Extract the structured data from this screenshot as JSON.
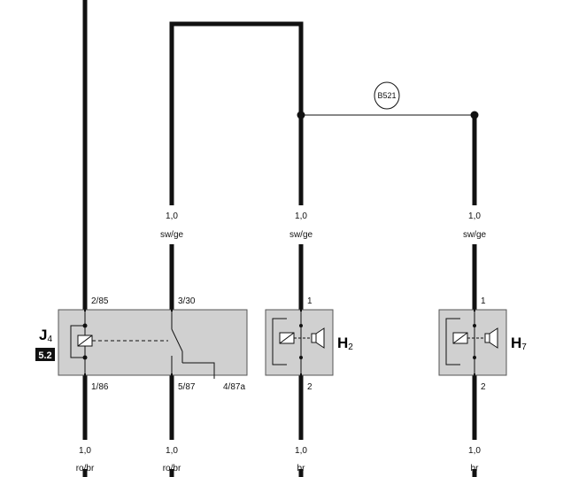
{
  "wires": {
    "w1": {
      "size": "1,0",
      "color": "sw/ge"
    },
    "w2": {
      "size": "1,0",
      "color": "sw/ge"
    },
    "w3": {
      "size": "1,0",
      "color": "sw/ge"
    },
    "b1": {
      "size": "1,0",
      "color": "ro/br"
    },
    "b2": {
      "size": "1,0",
      "color": "ro/br"
    },
    "b3": {
      "size": "1,0",
      "color": "br"
    },
    "b4": {
      "size": "1,0",
      "color": "br"
    }
  },
  "connector": "B521",
  "relay": {
    "name": "J",
    "sub": "4",
    "badge": "5.2",
    "pins": {
      "p285": "2/85",
      "p330": "3/30",
      "p186": "1/86",
      "p587": "5/87",
      "p487a": "4/87a"
    }
  },
  "horn1": {
    "name": "H",
    "sub": "2",
    "pin_top": "1",
    "pin_bottom": "2"
  },
  "horn2": {
    "name": "H",
    "sub": "7",
    "pin_top": "1",
    "pin_bottom": "2"
  },
  "colors": {
    "box": "#d0d0d0",
    "wire": "#111111",
    "badge": "#111111"
  }
}
